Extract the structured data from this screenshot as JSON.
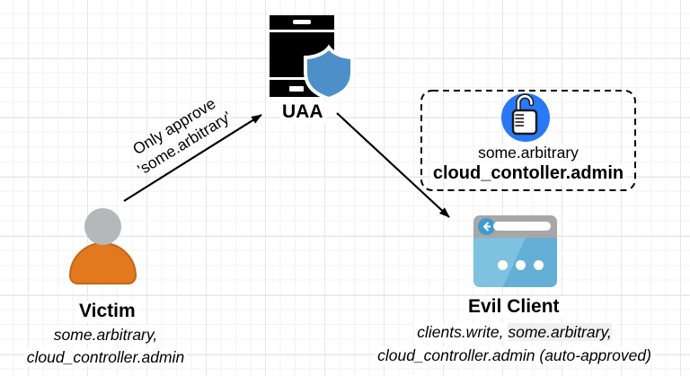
{
  "uaa": {
    "label": "UAA"
  },
  "flow_arrow_label": {
    "line1": "Only approve",
    "line2": "'some.arbitrary'"
  },
  "scope_box": {
    "line1": "some.arbitrary",
    "line2": "cloud_contoller.admin"
  },
  "victim": {
    "title": "Victim",
    "scope1": "some.arbitrary,",
    "scope2": "cloud_controller.admin"
  },
  "evil_client": {
    "title": "Evil Client",
    "scope1_plain": "clients.write, ",
    "scope1_highlight": "some.arbitrary,",
    "scope2": "cloud_controller.admin (auto-approved)"
  },
  "colors": {
    "shield_blue": "#4d8fc9",
    "badge_blue": "#2979f7",
    "browser_blue": "#63afd5",
    "browser_gray": "#a7a7a7",
    "person_orange": "#e2791f",
    "person_gray": "#b5b8ba"
  }
}
